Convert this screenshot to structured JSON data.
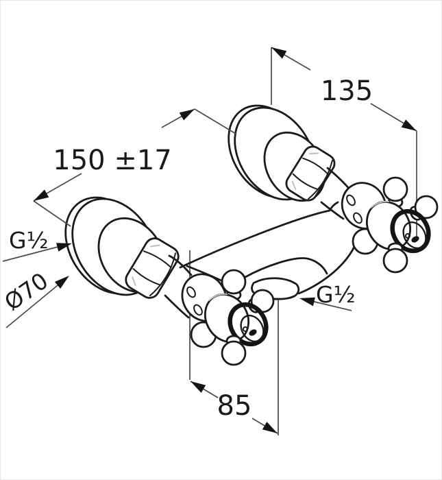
{
  "drawing": {
    "type": "technical dimension drawing",
    "subject": "wall-mounted two-handle mixer fitting",
    "background_color": "#ffffff",
    "line_color": "#1b1b1b",
    "dimension_line_color": "#4a4a4a",
    "text_color": "#1a1a1a",
    "labels": {
      "width": "135",
      "connection_distance": "150 ±17",
      "thread_size_left": "G½",
      "escutcheon_diameter": "Ø70",
      "thread_size_bottom": "G½",
      "outlet_offset": "85"
    }
  }
}
